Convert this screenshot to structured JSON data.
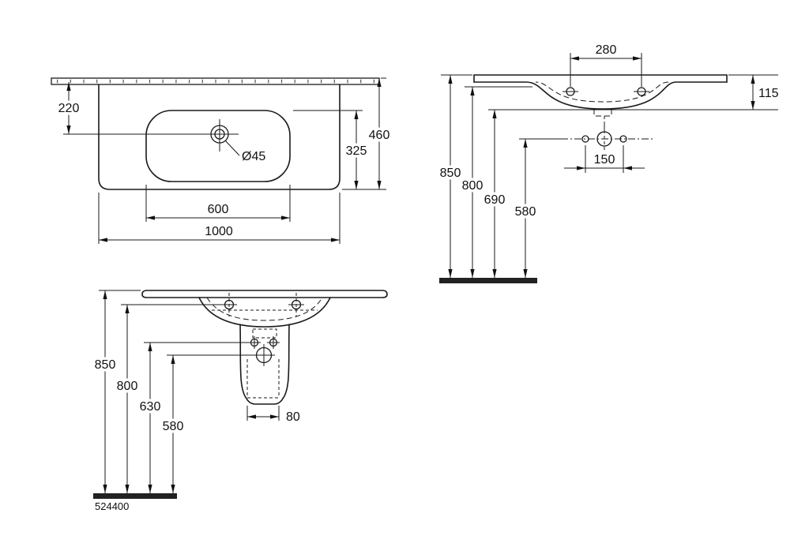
{
  "drawing": {
    "product_code": "524400",
    "plan": {
      "width": "1000",
      "bowl_width": "600",
      "depth": "460",
      "bowl_front_depth": "325",
      "tap_offset": "220",
      "tap_hole_diameter": "Ø45"
    },
    "side": {
      "tap_hole_spacing": "280",
      "rim_thickness": "115",
      "rim_height": "850",
      "underside_height": "800",
      "bowl_bottom_height": "690",
      "outlet_height": "580",
      "fixing_spacing": "150"
    },
    "front": {
      "rim_height": "850",
      "fixing_height": "800",
      "bracket_height": "630",
      "outlet_height": "580",
      "trap_width": "80"
    }
  }
}
